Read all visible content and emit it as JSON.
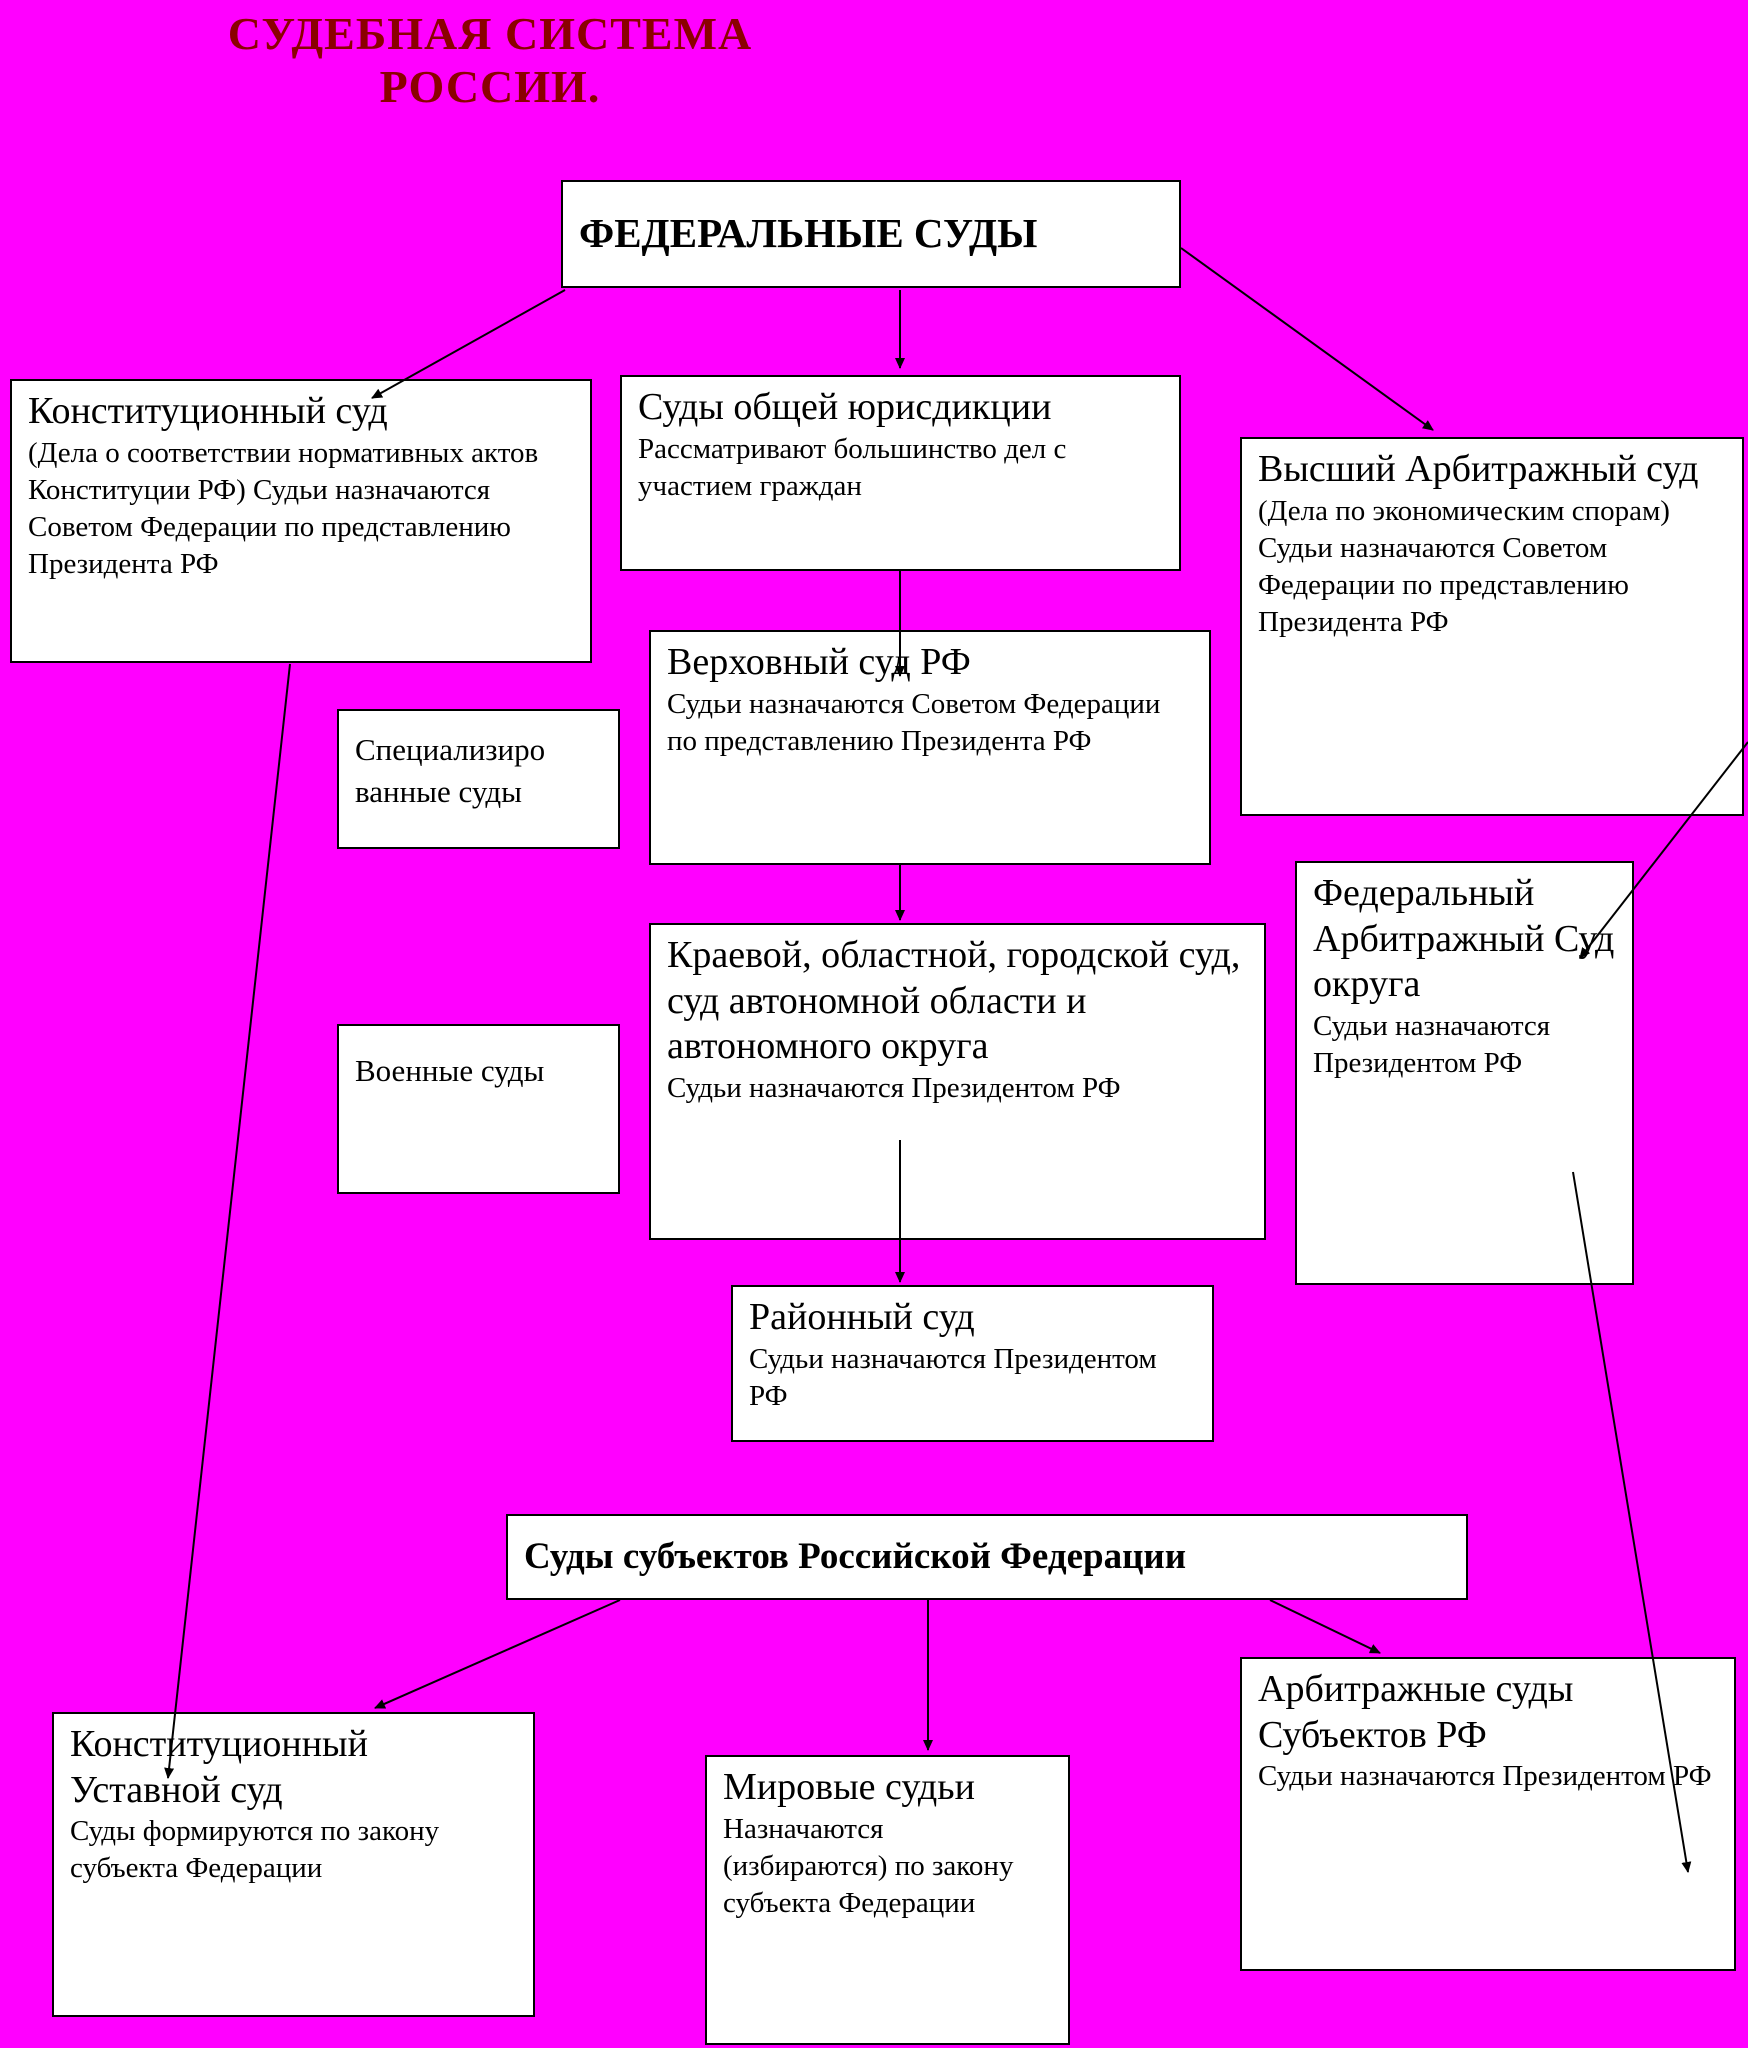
{
  "page": {
    "title": "СУДЕБНАЯ СИСТЕМА РОССИИ.",
    "background_color": "#ff00ff",
    "title_color": "#8b0000"
  },
  "boxes": {
    "federal_courts": {
      "heading": "ФЕДЕРАЛЬНЫЕ СУДЫ"
    },
    "constitutional_court": {
      "heading": "Конституционный суд",
      "body": "(Дела о соответствии нормативных актов Конституции РФ) Судьи назначаются Советом Федерации по представлению Президента РФ"
    },
    "general_jurisdiction": {
      "heading": "Суды общей юрисдикции",
      "body": "Рассматривают большинство дел с участием граждан"
    },
    "supreme_arbitration": {
      "heading": "Высший Арбитражный суд",
      "body": "(Дела по экономическим спорам) Судьи назначаются Советом Федерации по представлению Президента РФ"
    },
    "supreme_court": {
      "heading": "Верховный суд РФ",
      "body": "Судьи назначаются Советом Федерации по представлению Президента РФ"
    },
    "specialized_courts": {
      "heading": "Специализиро ванные суды"
    },
    "regional_courts": {
      "heading": "Краевой, областной, городской суд, суд автономной области и автономного округа",
      "body": "Судьи назначаются Президентом РФ"
    },
    "military_courts": {
      "heading": "Военные суды"
    },
    "federal_arbitration_district": {
      "heading": "Федеральный Арбитражный Суд округа",
      "body": "Судьи назначаются Президентом РФ"
    },
    "district_court": {
      "heading": "Районный суд",
      "body": "Судьи назначаются Президентом РФ"
    },
    "subjects_courts": {
      "heading": "Суды субъектов Российской Федерации"
    },
    "constitutional_charter_court": {
      "heading": "Конституционный Уставной суд",
      "body": "Суды формируются по закону субъекта Федерации"
    },
    "magistrate_judges": {
      "heading": "Мировые судьи",
      "body": "Назначаются (избираются) по закону субъекта Федерации"
    },
    "arbitration_subjects": {
      "heading": "Арбитражные суды Субъектов РФ",
      "body": "Судьи назначаются Президентом РФ"
    }
  }
}
